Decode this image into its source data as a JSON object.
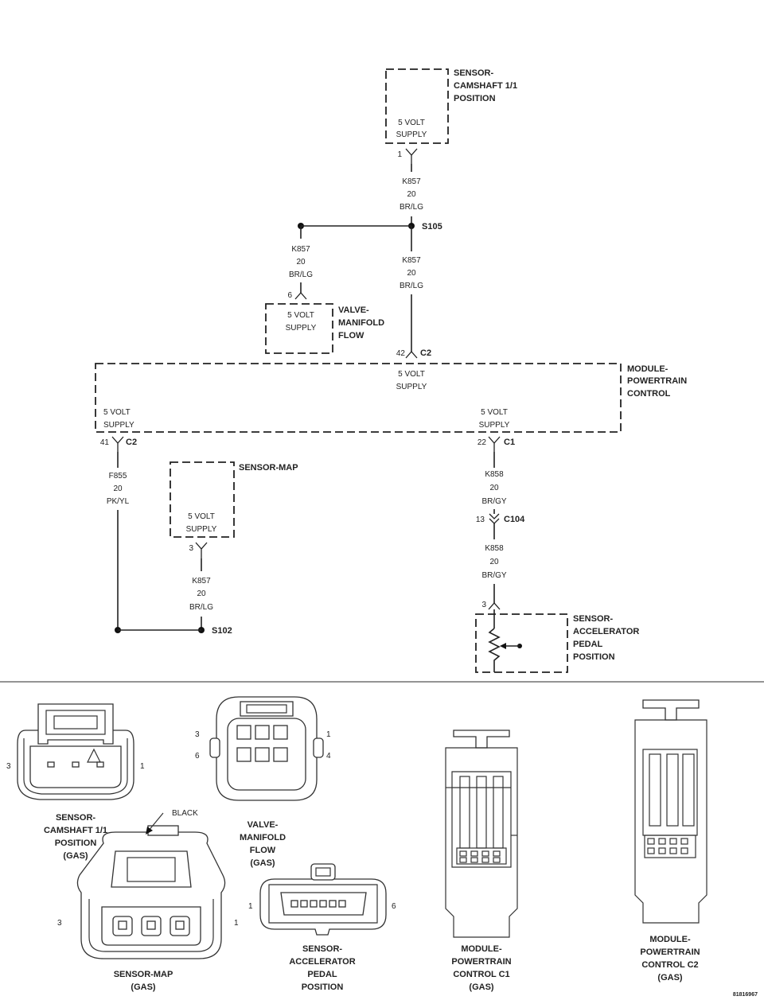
{
  "components": {
    "cam_sensor": {
      "name_lines": [
        "SENSOR-",
        "CAMSHAFT 1/1",
        "POSITION"
      ],
      "supply_lines": [
        "5 VOLT",
        "SUPPLY"
      ],
      "pin": "1"
    },
    "valve": {
      "name_lines": [
        "VALVE-",
        "MANIFOLD",
        "FLOW"
      ],
      "supply_lines": [
        "5 VOLT",
        "SUPPLY"
      ],
      "pin": "6"
    },
    "pcm": {
      "name_lines": [
        "MODULE-",
        "POWERTRAIN",
        "CONTROL"
      ],
      "top_supply_lines": [
        "5 VOLT",
        "SUPPLY"
      ],
      "top_pin": "42",
      "top_conn": "C2",
      "left_supply_lines": [
        "5 VOLT",
        "SUPPLY"
      ],
      "left_pin": "41",
      "left_conn": "C2",
      "right_supply_lines": [
        "5 VOLT",
        "SUPPLY"
      ],
      "right_pin": "22",
      "right_conn": "C1"
    },
    "map_sensor": {
      "name": "SENSOR-MAP",
      "supply_lines": [
        "5 VOLT",
        "SUPPLY"
      ],
      "pin": "3"
    },
    "app_sensor": {
      "name_lines": [
        "SENSOR-",
        "ACCELERATOR",
        "PEDAL",
        "POSITION"
      ],
      "pin": "3"
    }
  },
  "wires": {
    "w1": [
      "K857",
      "20",
      "BR/LG"
    ],
    "w2": [
      "K857",
      "20",
      "BR/LG"
    ],
    "w3": [
      "K857",
      "20",
      "BR/LG"
    ],
    "w4": [
      "F855",
      "20",
      "PK/YL"
    ],
    "w5": [
      "K857",
      "20",
      "BR/LG"
    ],
    "w6": [
      "K858",
      "20",
      "BR/GY"
    ],
    "w7": [
      "K858",
      "20",
      "BR/GY"
    ]
  },
  "splices": {
    "s105": "S105",
    "s102": "S102"
  },
  "inline_connector": {
    "pin": "13",
    "name": "C104"
  },
  "connector_views": {
    "cam": {
      "left_pin": "3",
      "right_pin": "1",
      "caption_lines": [
        "SENSOR-",
        "CAMSHAFT 1/1",
        "POSITION",
        "(GAS)"
      ]
    },
    "valve": {
      "pin_tl": "3",
      "pin_tr": "1",
      "pin_bl": "6",
      "pin_br": "4",
      "caption_lines": [
        "VALVE-",
        "MANIFOLD",
        "FLOW",
        "(GAS)"
      ]
    },
    "map": {
      "left_pin": "3",
      "right_pin": "1",
      "color_label": "BLACK",
      "caption_lines": [
        "SENSOR-MAP",
        "(GAS)"
      ]
    },
    "app": {
      "left_pin": "1",
      "right_pin": "6",
      "caption_lines": [
        "SENSOR-",
        "ACCELERATOR",
        "PEDAL",
        "POSITION"
      ]
    },
    "pcm_c1": {
      "caption_lines": [
        "MODULE-",
        "POWERTRAIN",
        "CONTROL C1",
        "(GAS)"
      ]
    },
    "pcm_c2": {
      "caption_lines": [
        "MODULE-",
        "POWERTRAIN",
        "CONTROL C2",
        "(GAS)"
      ]
    }
  },
  "figure_id": "81816967"
}
